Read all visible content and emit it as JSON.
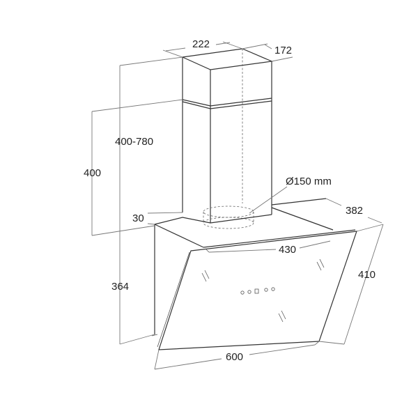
{
  "dimensions": {
    "chimney_width": "222",
    "chimney_depth": "172",
    "chimney_height_range": "400-780",
    "upper_height": "400",
    "duct_diameter": "Ø150 mm",
    "collar_height": "30",
    "hood_depth": "382",
    "inner_width": "430",
    "glass_height": "410",
    "lower_height": "364",
    "total_width": "600"
  },
  "colors": {
    "line": "#333333",
    "dimension_line": "#777777",
    "text": "#222222"
  }
}
